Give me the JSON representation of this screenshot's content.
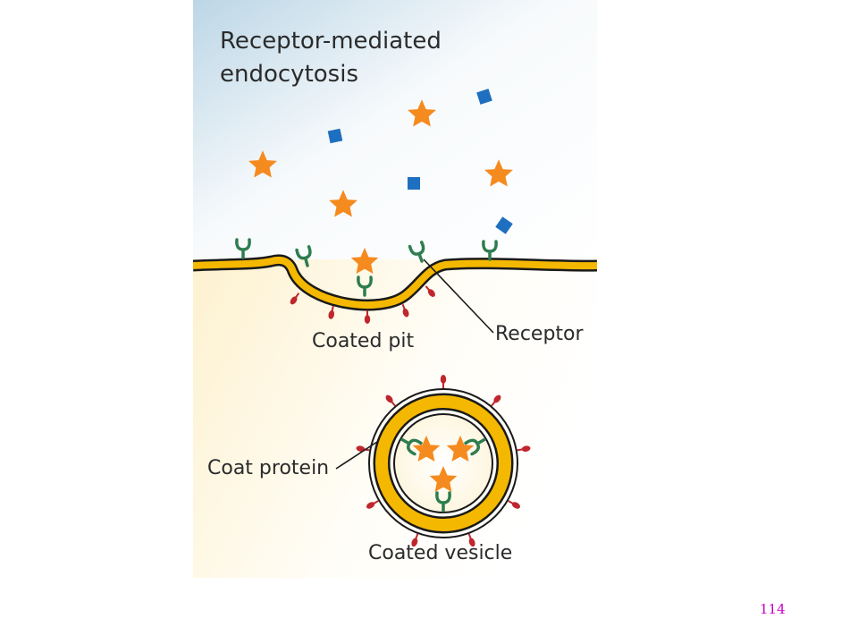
{
  "title": {
    "line1": "Receptor-mediated",
    "line2": "endocytosis"
  },
  "labels": {
    "receptor": "Receptor",
    "coated_pit": "Coated pit",
    "coat_protein": "Coat protein",
    "coated_vesicle": "Coated vesicle"
  },
  "page_number": "114",
  "colors": {
    "membrane": "#f5b800",
    "membrane_edge": "#1a1a1a",
    "ligand_star": "#f58a1f",
    "ligand_square": "#1f6fc0",
    "receptor": "#2e7d4f",
    "coat_protein": "#c0262d",
    "page_number": "#cc00cc",
    "label_text": "#2b2b2b"
  },
  "icons": {
    "ligand": "star-icon",
    "other_molecule": "square-icon",
    "receptor": "receptor-icon",
    "coat_protein": "coat-protein-icon"
  }
}
